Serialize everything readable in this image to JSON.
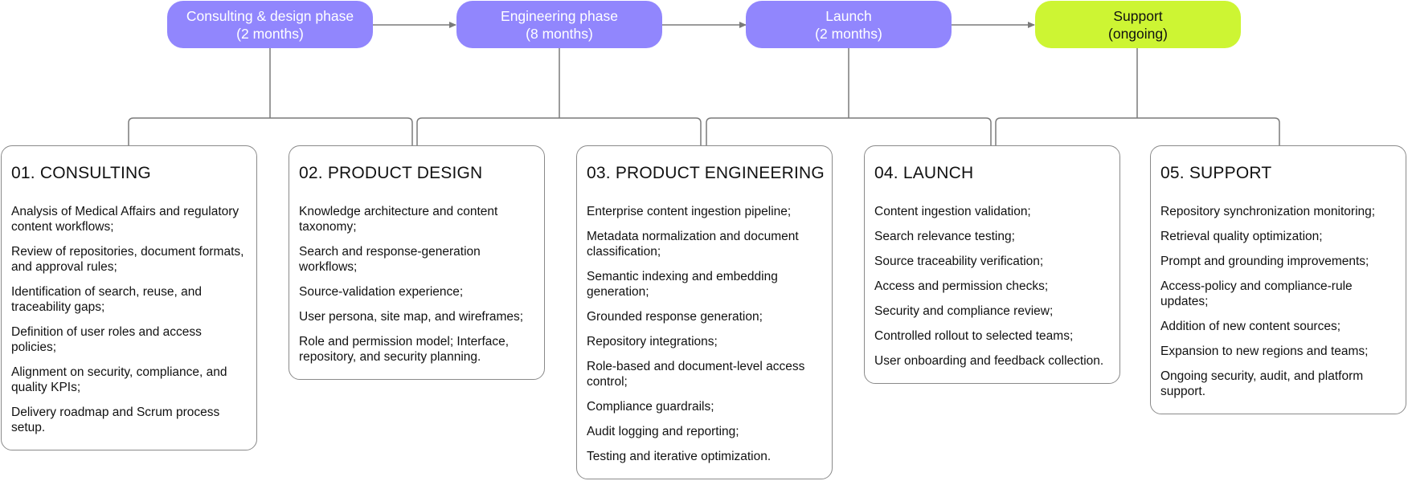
{
  "colors": {
    "phase_purple": "#9186fd",
    "support_lime": "#cdf533",
    "connector": "#7a7a7a",
    "card_border": "#8a8a8a"
  },
  "phases": [
    {
      "name": "Consulting & design phase",
      "duration": "(2 months)",
      "color": "#9186fd"
    },
    {
      "name": "Engineering phase",
      "duration": "(8 months)",
      "color": "#9186fd"
    },
    {
      "name": "Launch",
      "duration": "(2 months)",
      "color": "#9186fd"
    },
    {
      "name": "Support",
      "duration": "(ongoing)",
      "color": "#cdf533"
    }
  ],
  "cards": [
    {
      "title": "01. CONSULTING",
      "items": [
        "Analysis of Medical Affairs and regulatory content workflows;",
        "Review of repositories, document formats, and approval rules;",
        "Identification of search, reuse, and traceability gaps;",
        "Definition of user roles and access policies;",
        "Alignment on security, compliance, and quality KPIs;",
        "Delivery roadmap and Scrum process setup."
      ]
    },
    {
      "title": "02. PRODUCT DESIGN",
      "items": [
        "Knowledge architecture and content taxonomy;",
        "Search and response-generation workflows;",
        "Source-validation experience;",
        "User persona, site map, and wireframes;",
        "Role and permission model; Interface, repository, and security planning."
      ]
    },
    {
      "title": "03. PRODUCT ENGINEERING",
      "items": [
        "Enterprise content ingestion pipeline;",
        "Metadata normalization and document classification;",
        "Semantic indexing and embedding generation;",
        "Grounded response generation;",
        "Repository integrations;",
        "Role-based and document-level access control;",
        "Compliance guardrails;",
        "Audit logging and reporting;",
        "Testing and iterative optimization."
      ]
    },
    {
      "title": "04. LAUNCH",
      "items": [
        "Content ingestion validation;",
        "Search relevance testing;",
        "Source traceability verification;",
        "Access and permission checks;",
        "Security and compliance review;",
        "Controlled rollout to selected teams;",
        "User onboarding and feedback collection."
      ]
    },
    {
      "title": "05. SUPPORT",
      "items": [
        "Repository synchronization monitoring;",
        "Retrieval quality optimization;",
        "Prompt and grounding improvements;",
        "Access-policy and compliance-rule updates;",
        "Addition of new content sources;",
        "Expansion to new regions and teams;",
        "Ongoing security, audit, and platform support."
      ]
    }
  ]
}
